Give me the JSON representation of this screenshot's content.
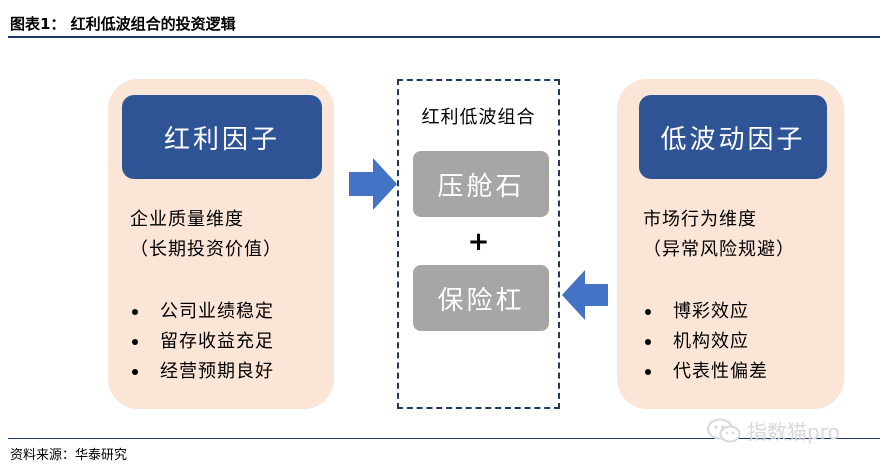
{
  "figure": {
    "title": "图表1：  红利低波组合的投资逻辑",
    "source": "资料来源：华泰研究",
    "watermark": "指数猫pro"
  },
  "left_factor": {
    "title": "红利因子",
    "dimension_line1": "企业质量维度",
    "dimension_line2": "（长期投资价值）",
    "bullets": [
      "公司业绩稳定",
      "留存收益充足",
      "经营预期良好"
    ]
  },
  "combo": {
    "title": "红利低波组合",
    "asset_a": "压舱石",
    "plus": "+",
    "asset_b": "保险杠"
  },
  "right_factor": {
    "title": "低波动因子",
    "dimension_line1": "市场行为维度",
    "dimension_line2": "（异常风险规避）",
    "bullets": [
      "博彩效应",
      "机构效应",
      "代表性偏差"
    ]
  },
  "colors": {
    "panel_bg": "#fbe5d6",
    "factor_box": "#2f5496",
    "asset_box": "#a6a6a6",
    "arrow": "#4472c4",
    "rule": "#1f3864"
  }
}
